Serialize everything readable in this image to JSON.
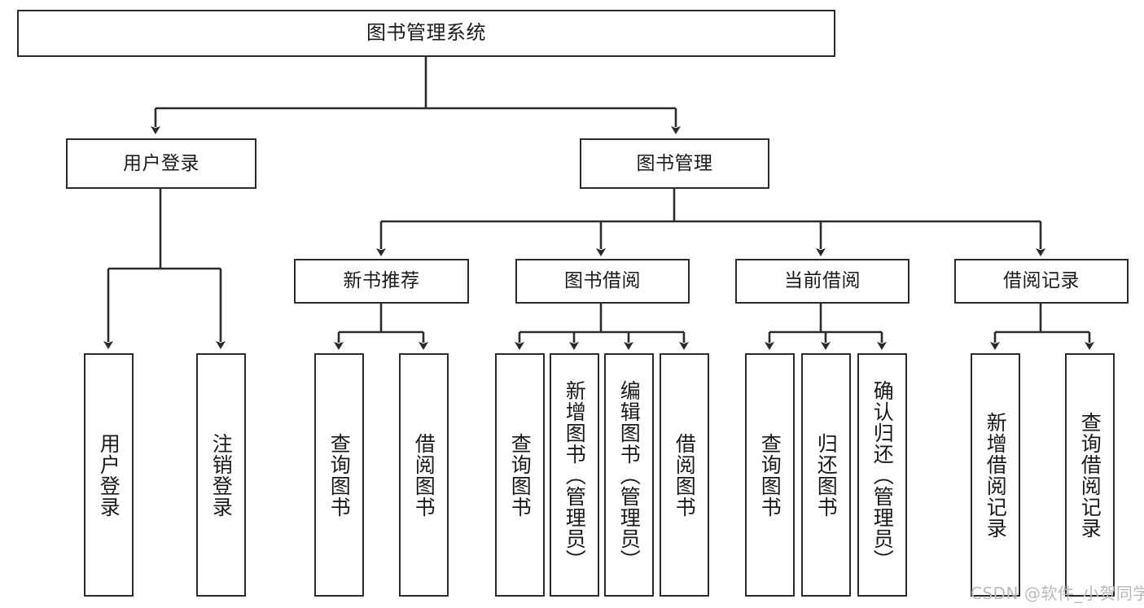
{
  "diagram": {
    "title": "图书管理系统",
    "watermark": "CSDN @软件_小贺同学",
    "colors": {
      "stroke": "#2b2b2b",
      "fill": "#ffffff",
      "text": "#1a1a1a",
      "watermark": "#b9b9b9"
    },
    "nodes": {
      "root": {
        "label": "图书管理系统"
      },
      "level1": [
        {
          "label": "用户登录"
        },
        {
          "label": "图书管理"
        }
      ],
      "level2": [
        {
          "label": "新书推荐"
        },
        {
          "label": "图书借阅"
        },
        {
          "label": "当前借阅"
        },
        {
          "label": "借阅记录"
        }
      ],
      "leaves_user_login": [
        {
          "label": "用户登录"
        },
        {
          "label": "注销登录"
        }
      ],
      "leaves_new_book": [
        {
          "label": "查询图书"
        },
        {
          "label": "借阅图书"
        }
      ],
      "leaves_borrow": [
        {
          "label": "查询图书"
        },
        {
          "label": "新增图书（管理员）"
        },
        {
          "label": "编辑图书（管理员）"
        },
        {
          "label": "借阅图书"
        }
      ],
      "leaves_current": [
        {
          "label": "查询图书"
        },
        {
          "label": "归还图书"
        },
        {
          "label": "确认归还（管理员）"
        }
      ],
      "leaves_records": [
        {
          "label": "新增借阅记录"
        },
        {
          "label": "查询借阅记录"
        }
      ]
    }
  }
}
